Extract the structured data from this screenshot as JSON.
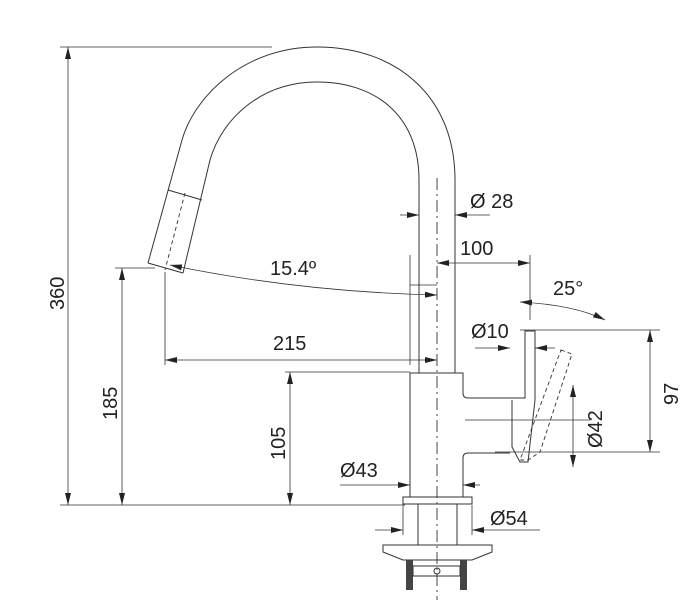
{
  "title": "Faucet dimension drawing",
  "dimensions": {
    "total_height": "360",
    "spout_height": "185",
    "handle_height": "105",
    "spout_reach": "215",
    "spout_angle": "15.4º",
    "handle_reach": "100",
    "spout_diameter": "Ø 28",
    "handle_angle": "25°",
    "lever_diameter": "Ø10",
    "handle_diameter": "Ø42",
    "lever_height": "97",
    "body_diameter": "Ø43",
    "base_diameter": "Ø54"
  },
  "colors": {
    "line": "#333333",
    "background": "#ffffff"
  }
}
